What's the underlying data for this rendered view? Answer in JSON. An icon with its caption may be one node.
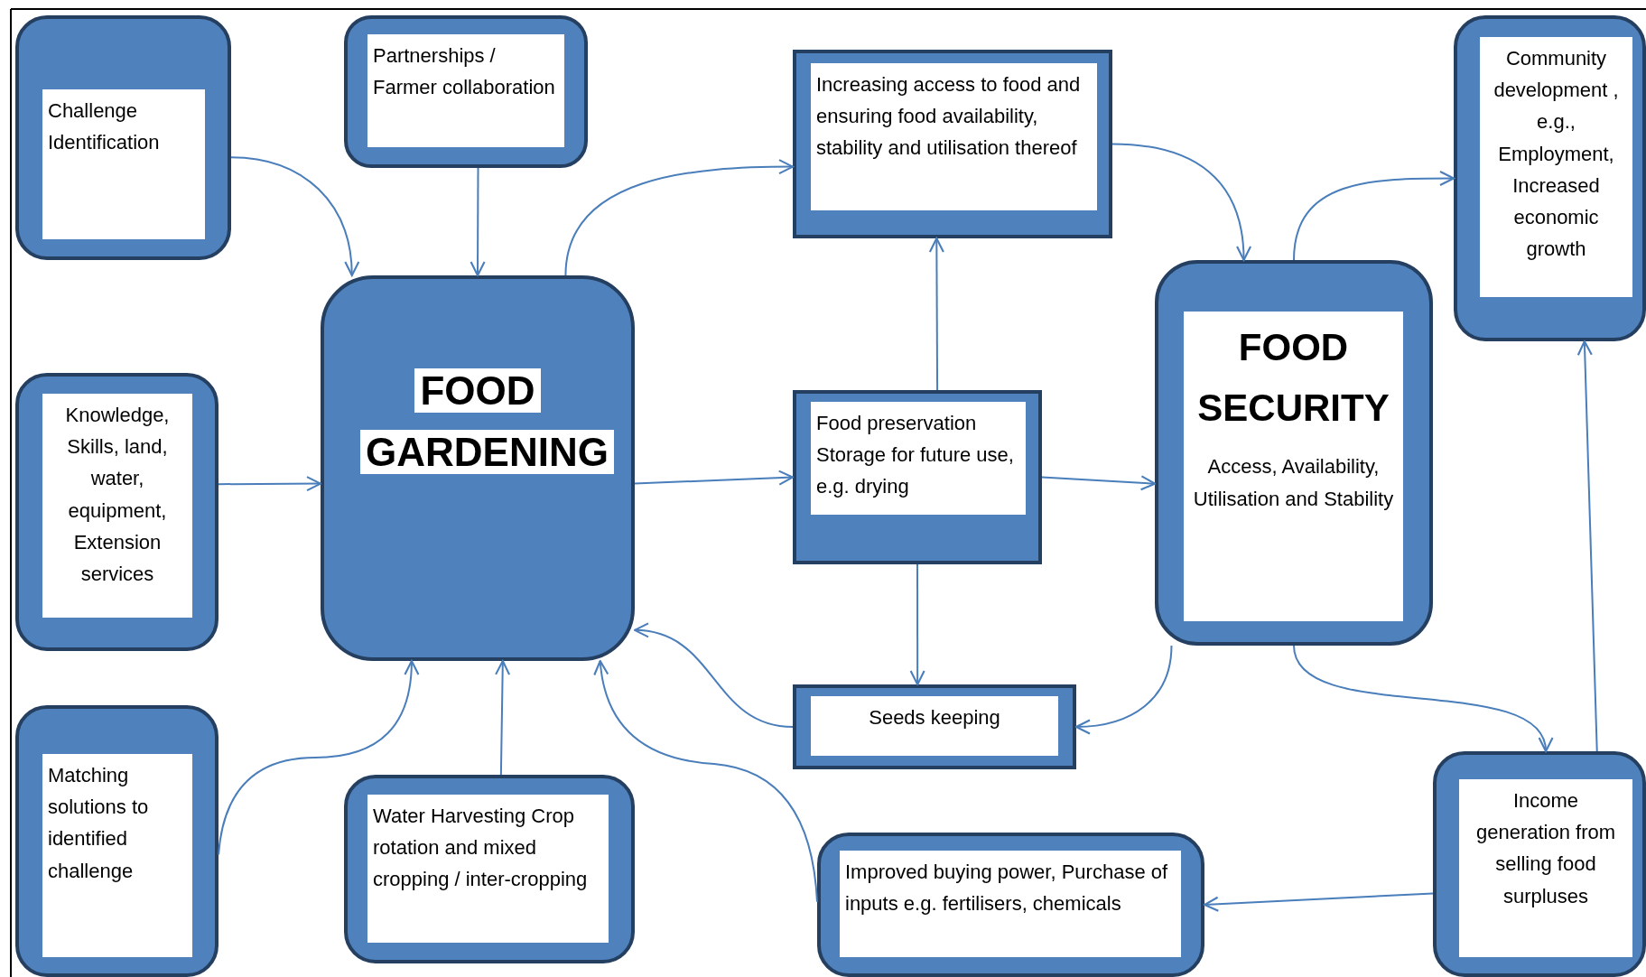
{
  "diagram": {
    "nodes": [
      {
        "text": [
          "Challenge Identification"
        ]
      },
      {
        "text": [
          "Partnerships / Farmer collaboration"
        ]
      },
      {
        "text": [
          "FOOD GARDENING"
        ]
      },
      {
        "text": [
          "Increasing access to food and ensuring food availability, stability and utilisation thereof"
        ]
      },
      {
        "text": [
          "Community development , e.g., Employment, Increased economic growth"
        ]
      },
      {
        "text": [
          "Knowledge, Skills, land, water, equipment, Extension services"
        ]
      },
      {
        "text": [
          "Food preservation Storage for future use,  e.g. drying"
        ]
      },
      {
        "text": [
          "FOOD SECURITY",
          "Access, Availability, Utilisation and Stability"
        ]
      },
      {
        "text": [
          "Seeds keeping"
        ]
      },
      {
        "text": [
          "Matching solutions to identified challenge"
        ]
      },
      {
        "text": [
          "Water Harvesting Crop rotation and mixed cropping / inter-cropping"
        ]
      },
      {
        "text": [
          "Improved buying power, Purchase of inputs e.g. fertilisers, chemicals"
        ]
      },
      {
        "text": [
          "Income generation from selling food surpluses"
        ]
      }
    ],
    "edges": [
      {
        "from": 0,
        "to": 2,
        "arrow": "to"
      },
      {
        "from": 1,
        "to": 2,
        "arrow": "to"
      },
      {
        "from": 2,
        "to": 3,
        "arrow": "to"
      },
      {
        "from": 5,
        "to": 2,
        "arrow": "to"
      },
      {
        "from": 2,
        "to": 6,
        "arrow": "to"
      },
      {
        "from": 6,
        "to": 3,
        "arrow": "to"
      },
      {
        "from": 6,
        "to": 7,
        "arrow": "to"
      },
      {
        "from": 6,
        "to": 8,
        "arrow": "to"
      },
      {
        "from": 3,
        "to": 7,
        "arrow": "to"
      },
      {
        "from": 7,
        "to": 4,
        "arrow": "to"
      },
      {
        "from": 7,
        "to": 8,
        "arrow": "to"
      },
      {
        "from": 8,
        "to": 2,
        "arrow": "to"
      },
      {
        "from": 9,
        "to": 2,
        "arrow": "to"
      },
      {
        "from": 10,
        "to": 2,
        "arrow": "to"
      },
      {
        "from": 11,
        "to": 2,
        "arrow": "to"
      },
      {
        "from": 7,
        "to": 12,
        "arrow": "to"
      },
      {
        "from": 12,
        "to": 4,
        "arrow": "to"
      },
      {
        "from": 12,
        "to": 11,
        "arrow": "to"
      }
    ]
  }
}
